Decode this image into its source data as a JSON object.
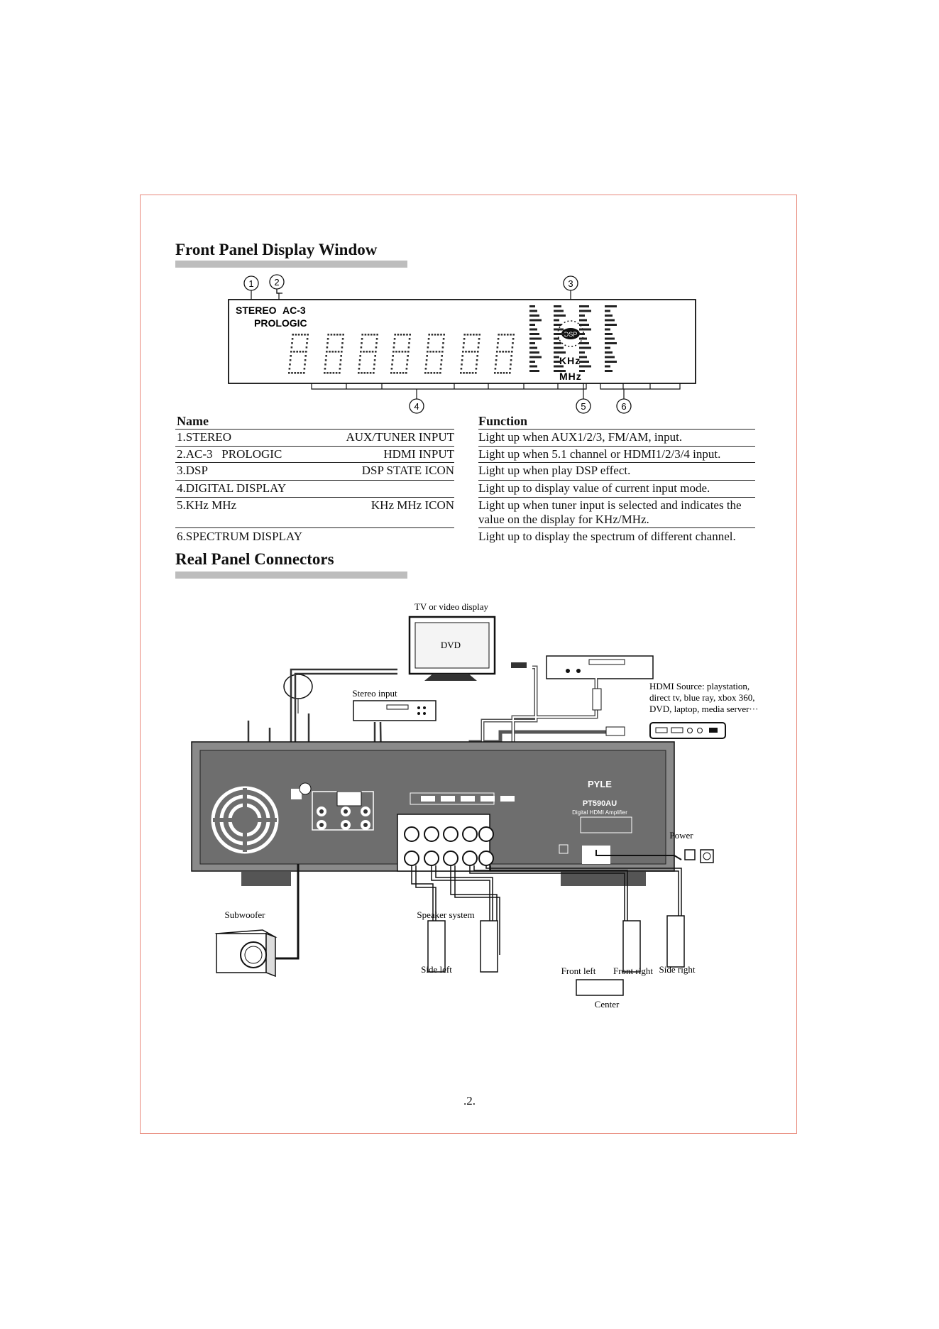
{
  "headings": {
    "front": "Front Panel Display Window",
    "rear": "Real Panel Connectors"
  },
  "display": {
    "callouts": [
      "1",
      "2",
      "3",
      "4",
      "5",
      "6"
    ],
    "stereo": "STEREO",
    "ac3": "AC-3",
    "prologic": "PROLOGIC",
    "dsp": "DSP",
    "khz": "KHz",
    "mhz": "MHz"
  },
  "table": {
    "name_header": "Name",
    "function_header": "Function",
    "rows": [
      {
        "name": "1.STEREO",
        "type": "AUX/TUNER INPUT",
        "function": "Light up when AUX1/2/3, FM/AM, input."
      },
      {
        "name": "2.AC-3   PROLOGIC",
        "type": "HDMI INPUT",
        "function": "Light up when 5.1 channel or HDMI1/2/3/4 input."
      },
      {
        "name": "3.DSP",
        "type": "DSP STATE ICON",
        "function": "Light up when play DSP effect."
      },
      {
        "name": "4.DIGITAL DISPLAY",
        "type": "",
        "function": "Light up to display value of current input mode."
      },
      {
        "name": "5.KHz MHz",
        "type": "KHz MHz ICON",
        "function": "Light up when tuner input is selected and indicates the",
        "function2": "value on the display for KHz/MHz."
      },
      {
        "name": "6.SPECTRUM DISPLAY",
        "type": "",
        "function": "Light up to display the spectrum of different channel."
      }
    ]
  },
  "diagram": {
    "tv_label": "TV or video display",
    "dvd": "DVD",
    "stereo_input": "Stereo input",
    "hdmi_source_1": "HDMI Source: playstation,",
    "hdmi_source_2": "direct tv, blue ray, xbox 360,",
    "hdmi_source_3": "DVD, laptop, media server···",
    "power": "Power",
    "subwoofer": "Subwoofer",
    "speaker_system": "Speaker system",
    "side_left": "Side left",
    "front_left": "Front left",
    "front_right": "Front right",
    "side_right": "Side right",
    "center": "Center",
    "brand": "PYLE",
    "model": "PT590AU",
    "model_sub": "Digital HDMI Amplifier"
  },
  "page_number": ".2."
}
